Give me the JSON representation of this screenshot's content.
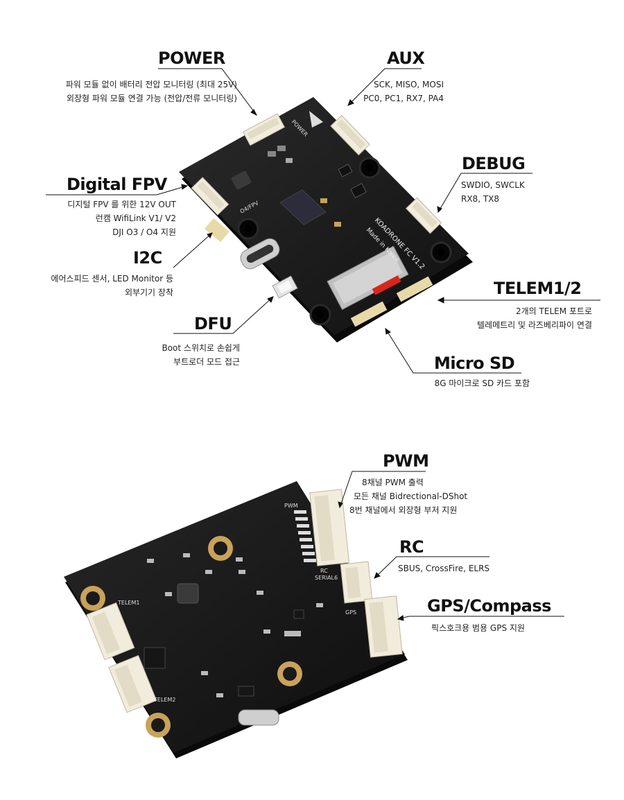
{
  "top": {
    "power": {
      "title": "POWER",
      "lines": [
        "파워 모듈 없이 배터리 전압 모니터링 (최대 25V)",
        "외장형 파워 모듈 연결 가능 (전압/전류 모니터링)"
      ]
    },
    "aux": {
      "title": "AUX",
      "lines": [
        "SCK, MISO, MOSI",
        "PC0, PC1, RX7, PA4"
      ]
    },
    "debug": {
      "title": "DEBUG",
      "lines": [
        "SWDIO, SWCLK",
        "RX8, TX8"
      ]
    },
    "digital_fpv": {
      "title": "Digital FPV",
      "lines": [
        "디지털 FPV 를 위한 12V OUT",
        "런캠 WifiLink V1/ V2",
        "DJI O3 / O4 지원"
      ]
    },
    "i2c": {
      "title": "I2C",
      "lines": [
        "에어스피드 센서, LED Monitor 등",
        "외부기기 장착"
      ]
    },
    "telem": {
      "title": "TELEM1/2",
      "lines": [
        "2개의 TELEM 포트로",
        "텔레메트리 및 라즈베리파이 연결"
      ]
    },
    "dfu": {
      "title": "DFU",
      "lines": [
        "Boot 스위치로 손쉽게",
        "부트로더 모드 접근"
      ]
    },
    "microsd": {
      "title": "Micro SD",
      "lines": [
        "8G 마이크로 SD 카드 포함"
      ]
    }
  },
  "bottom": {
    "pwm": {
      "title": "PWM",
      "lines": [
        "8채널 PWM 출력",
        "모든 채널 Bidrectional-DShot",
        "8번 채널에서 외장형 부저 지원"
      ]
    },
    "rc": {
      "title": "RC",
      "lines": [
        "SBUS, CrossFire, ELRS"
      ]
    },
    "gps": {
      "title": "GPS/Compass",
      "lines": [
        "픽스호크용 범용 GPS 지원"
      ]
    }
  },
  "board_silk": {
    "brand": "KOADRONE FC V1.2",
    "made": "Made in Korea",
    "power": "POWER",
    "o4fpv": "O4/FPV",
    "pwm": "PWM",
    "rc": "RC",
    "serial6": "SERIAL6",
    "gps": "GPS",
    "telem1": "TELEM1",
    "telem2": "TELEM2"
  },
  "colors": {
    "pcb": "#1a1a1a",
    "connector": "#f2ecdc",
    "gold": "#c9a25a",
    "sdcard": "#d9261c"
  }
}
